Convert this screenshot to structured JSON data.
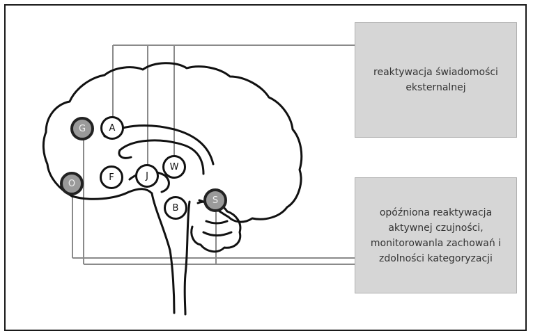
{
  "boxes": {
    "top": "reaktywacja świadomości eksternalnej",
    "bottom": "opóźniona reaktywacja aktywnej czujności, monitorowanla zachowań i zdolności kategoryzacji"
  },
  "nodes": {
    "G": "G",
    "A": "A",
    "F": "F",
    "J": "J",
    "W": "W",
    "O": "O",
    "B": "B",
    "S": "S"
  },
  "colors": {
    "box_fill": "#d6d6d6",
    "node_gray": "#9a9a9a",
    "line": "#888888",
    "outline": "#111111"
  }
}
